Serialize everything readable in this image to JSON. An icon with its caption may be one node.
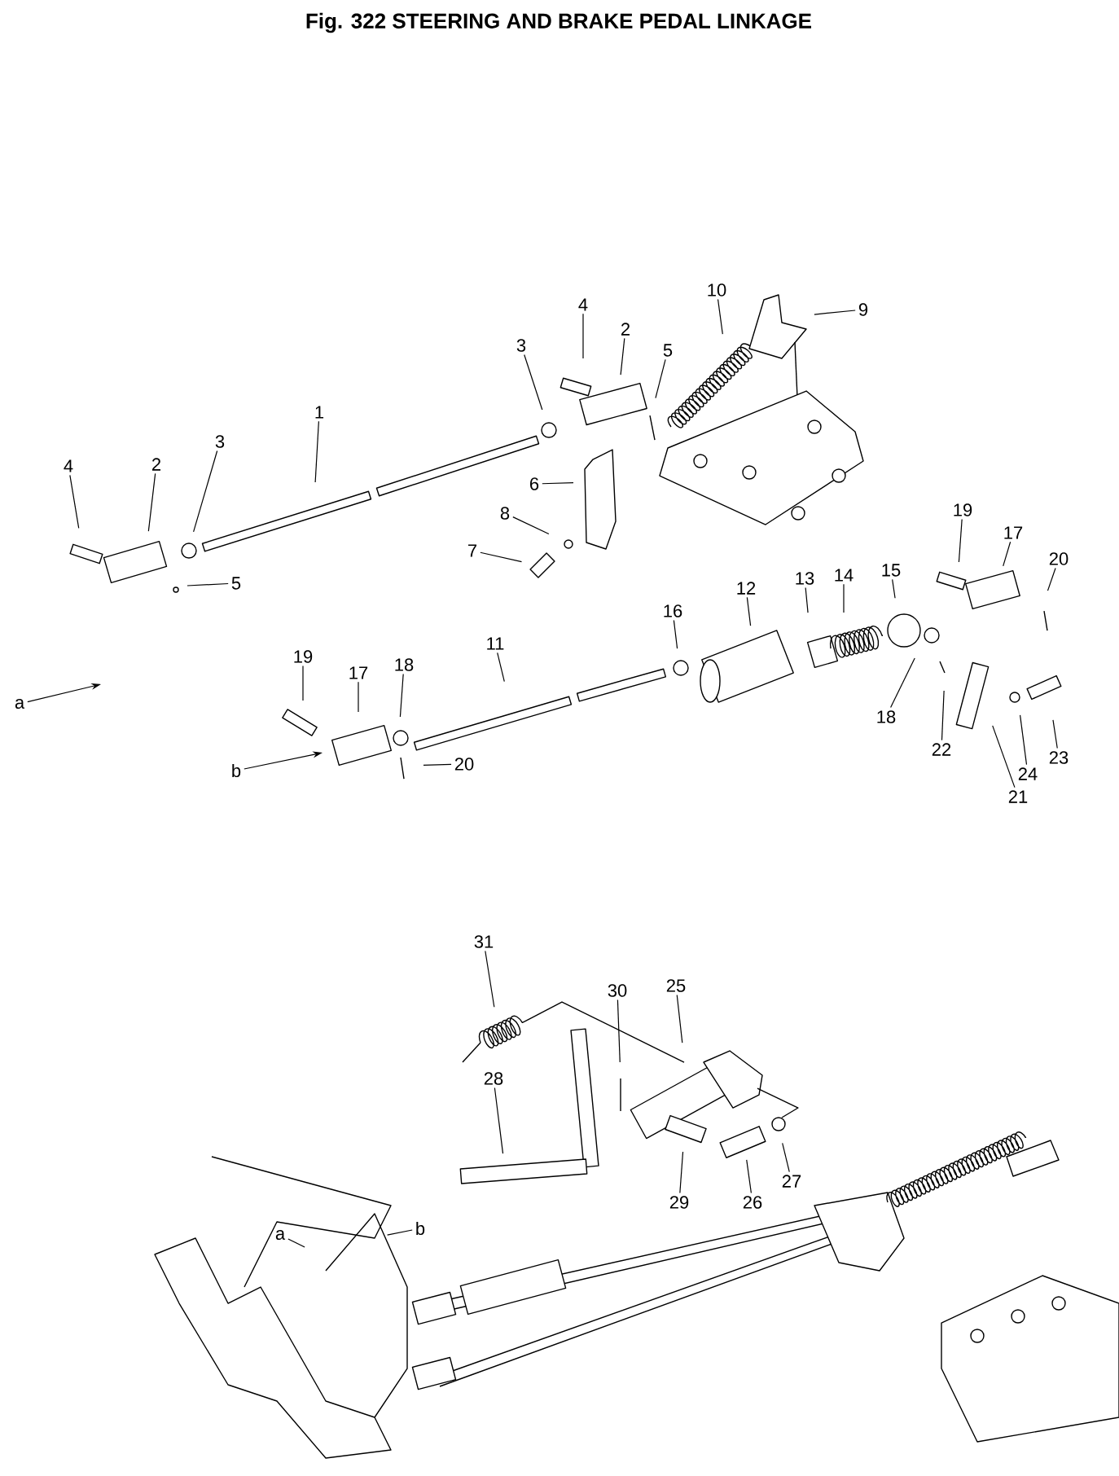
{
  "diagram": {
    "title": "Fig. 322 STEERING AND BRAKE PEDAL LINKAGE",
    "nodes": [
      {
        "text": [
          "10"
        ]
      },
      {
        "text": [
          "4"
        ]
      },
      {
        "text": [
          "9"
        ]
      },
      {
        "text": [
          "2"
        ]
      },
      {
        "text": [
          "3"
        ]
      },
      {
        "text": [
          "5"
        ]
      },
      {
        "text": [
          "1"
        ]
      },
      {
        "text": [
          "3"
        ]
      },
      {
        "text": [
          "4"
        ]
      },
      {
        "text": [
          "2"
        ]
      },
      {
        "text": [
          "6"
        ]
      },
      {
        "text": [
          "8"
        ]
      },
      {
        "text": [
          "19"
        ]
      },
      {
        "text": [
          "17"
        ]
      },
      {
        "text": [
          "7"
        ]
      },
      {
        "text": [
          "20"
        ]
      },
      {
        "text": [
          "15"
        ]
      },
      {
        "text": [
          "14"
        ]
      },
      {
        "text": [
          "13"
        ]
      },
      {
        "text": [
          "5"
        ]
      },
      {
        "text": [
          "12"
        ]
      },
      {
        "text": [
          "16"
        ]
      },
      {
        "text": [
          "11"
        ]
      },
      {
        "text": [
          "19"
        ]
      },
      {
        "text": [
          "18"
        ]
      },
      {
        "text": [
          "17"
        ]
      },
      {
        "text": [
          "a"
        ]
      },
      {
        "text": [
          "18"
        ]
      },
      {
        "text": [
          "22"
        ]
      },
      {
        "text": [
          "23"
        ]
      },
      {
        "text": [
          "20"
        ]
      },
      {
        "text": [
          "b"
        ]
      },
      {
        "text": [
          "24"
        ]
      },
      {
        "text": [
          "21"
        ]
      },
      {
        "text": [
          "31"
        ]
      },
      {
        "text": [
          "25"
        ]
      },
      {
        "text": [
          "30"
        ]
      },
      {
        "text": [
          "28"
        ]
      },
      {
        "text": [
          "27"
        ]
      },
      {
        "text": [
          "29"
        ]
      },
      {
        "text": [
          "26"
        ]
      },
      {
        "text": [
          "b"
        ]
      },
      {
        "text": [
          "a"
        ]
      }
    ],
    "edges": [
      {
        "from": 0,
        "to": null,
        "arrow": "none"
      },
      {
        "from": 1,
        "to": null,
        "arrow": "none"
      },
      {
        "from": 2,
        "to": null,
        "arrow": "none"
      },
      {
        "from": 3,
        "to": null,
        "arrow": "none"
      },
      {
        "from": 4,
        "to": null,
        "arrow": "none"
      },
      {
        "from": 5,
        "to": null,
        "arrow": "none"
      },
      {
        "from": 6,
        "to": null,
        "arrow": "none"
      },
      {
        "from": 7,
        "to": null,
        "arrow": "none"
      },
      {
        "from": 8,
        "to": null,
        "arrow": "none"
      },
      {
        "from": 9,
        "to": null,
        "arrow": "none"
      },
      {
        "from": 10,
        "to": null,
        "arrow": "none"
      },
      {
        "from": 11,
        "to": null,
        "arrow": "none"
      },
      {
        "from": 12,
        "to": null,
        "arrow": "none"
      },
      {
        "from": 13,
        "to": null,
        "arrow": "none"
      },
      {
        "from": 14,
        "to": null,
        "arrow": "none"
      },
      {
        "from": 15,
        "to": null,
        "arrow": "none"
      },
      {
        "from": 16,
        "to": null,
        "arrow": "none"
      },
      {
        "from": 17,
        "to": null,
        "arrow": "none"
      },
      {
        "from": 18,
        "to": null,
        "arrow": "none"
      },
      {
        "from": 19,
        "to": null,
        "arrow": "none"
      },
      {
        "from": 20,
        "to": null,
        "arrow": "none"
      },
      {
        "from": 21,
        "to": null,
        "arrow": "none"
      },
      {
        "from": 22,
        "to": null,
        "arrow": "none"
      },
      {
        "from": 23,
        "to": null,
        "arrow": "none"
      },
      {
        "from": 24,
        "to": null,
        "arrow": "none"
      },
      {
        "from": 25,
        "to": null,
        "arrow": "none"
      },
      {
        "from": 26,
        "to": null,
        "arrow": "to"
      },
      {
        "from": 27,
        "to": null,
        "arrow": "none"
      },
      {
        "from": 28,
        "to": null,
        "arrow": "none"
      },
      {
        "from": 29,
        "to": null,
        "arrow": "none"
      },
      {
        "from": 30,
        "to": null,
        "arrow": "none"
      },
      {
        "from": 31,
        "to": null,
        "arrow": "to"
      },
      {
        "from": 32,
        "to": null,
        "arrow": "none"
      },
      {
        "from": 33,
        "to": null,
        "arrow": "none"
      },
      {
        "from": 34,
        "to": null,
        "arrow": "none"
      },
      {
        "from": 35,
        "to": null,
        "arrow": "none"
      },
      {
        "from": 36,
        "to": null,
        "arrow": "none"
      },
      {
        "from": 37,
        "to": null,
        "arrow": "none"
      },
      {
        "from": 38,
        "to": null,
        "arrow": "none"
      },
      {
        "from": 39,
        "to": null,
        "arrow": "none"
      },
      {
        "from": 40,
        "to": null,
        "arrow": "none"
      },
      {
        "from": 41,
        "to": null,
        "arrow": "none"
      },
      {
        "from": 42,
        "to": null,
        "arrow": "none"
      }
    ]
  }
}
